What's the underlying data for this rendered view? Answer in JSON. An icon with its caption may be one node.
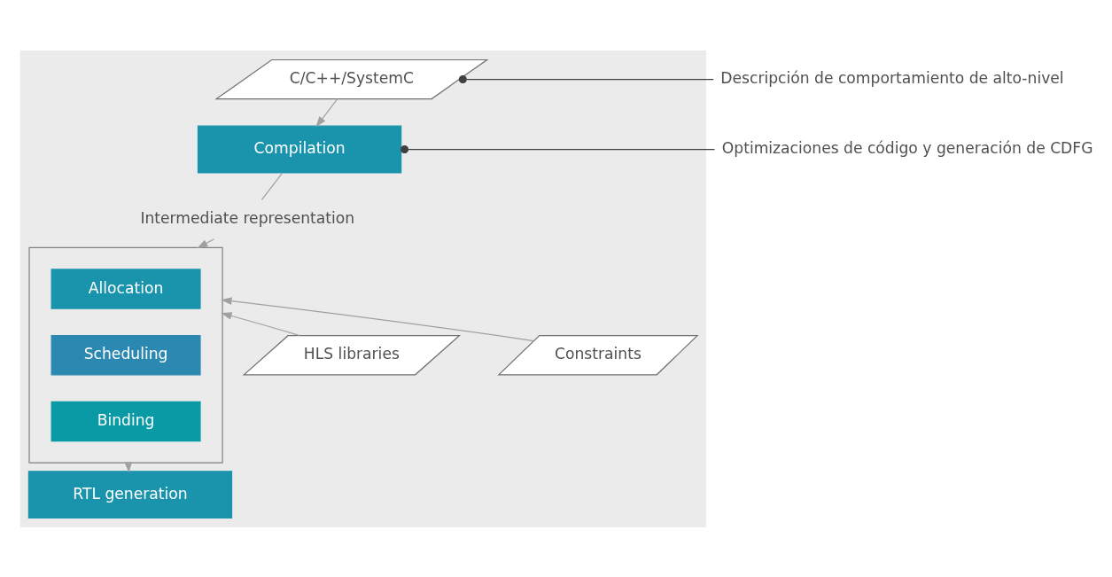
{
  "diagram": {
    "nodes": [
      {
        "text": [],
        "shape": "box"
      },
      {
        "text": [
          "C/C++/SystemC"
        ],
        "in": 0
      },
      {
        "text": [
          "Compilation"
        ],
        "in": 0
      },
      {
        "text": [
          "Intermediate representation"
        ],
        "in": 0
      },
      {
        "text": [],
        "shape": "box",
        "in": 0
      },
      {
        "text": [
          "Allocation"
        ],
        "in": 4
      },
      {
        "text": [
          "Scheduling"
        ],
        "in": 4
      },
      {
        "text": [
          "Binding"
        ],
        "in": 4
      },
      {
        "text": [
          "HLS libraries"
        ],
        "in": 0
      },
      {
        "text": [
          "Constraints"
        ],
        "in": 0
      },
      {
        "text": [
          "RTL generation"
        ],
        "in": 0
      },
      {
        "text": [
          "Descripción de comportamiento de alto-nivel"
        ]
      },
      {
        "text": [
          "Optimizaciones de código y generación de CDFG"
        ]
      }
    ],
    "edges": [
      {
        "from": 1,
        "to": 2,
        "arrow": "to"
      },
      {
        "from": 2,
        "to": 3,
        "arrow": "none"
      },
      {
        "from": 3,
        "to": 4,
        "arrow": "to"
      },
      {
        "from": 8,
        "to": 4,
        "arrow": "to"
      },
      {
        "from": 9,
        "to": 4,
        "arrow": "to"
      },
      {
        "from": 4,
        "to": 10,
        "arrow": "to"
      },
      {
        "from": 11,
        "to": 1,
        "arrow": "other",
        "color": "#404040"
      },
      {
        "from": 12,
        "to": 2,
        "arrow": "other",
        "color": "#404040"
      }
    ]
  }
}
